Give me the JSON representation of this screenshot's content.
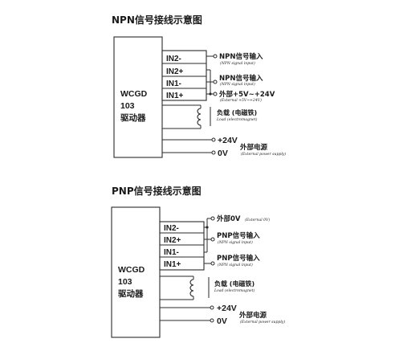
{
  "npn_diagram": {
    "title": "NPN信号接线示意图",
    "device": {
      "line1": "WCGD",
      "line2": "103",
      "line3": "驱动器"
    },
    "pins": [
      "IN2-",
      "IN2+",
      "IN1-",
      "IN1+"
    ],
    "labels": {
      "npn1": "NPN信号输入",
      "npn1_sub": "(NPN signal input)",
      "npn2": "NPN信号输入",
      "npn2_sub": "(NPN signal input)",
      "ext": "外部+5V~+24V",
      "ext_sub": "(External +5V~+24V)",
      "load": "负载  (电磁铁)",
      "load_sub": "Load (electromagnet)",
      "v24": "+24V",
      "v0": "0V",
      "psu": "外部电源",
      "psu_sub": "(External power supply)"
    }
  },
  "pnp_diagram": {
    "title": "PNP信号接线示意图",
    "device": {
      "line1": "WCGD",
      "line2": "103",
      "line3": "驱动器"
    },
    "pins": [
      "IN2-",
      "IN2+",
      "IN1-",
      "IN1+"
    ],
    "labels": {
      "ext0_cn": "外部0V",
      "ext0_en": "(External 0V)",
      "pnp1": "PNP信号输入",
      "pnp1_sub": "(NPN signal input)",
      "pnp2": "PNP信号输入",
      "pnp2_sub": "(NPN signal input)",
      "load": "负载  (电磁铁)",
      "load_sub": "Load (electromagnet)",
      "v24": "+24V",
      "v0": "0V",
      "psu": "外部电源",
      "psu_sub": "(External power supply)"
    }
  }
}
